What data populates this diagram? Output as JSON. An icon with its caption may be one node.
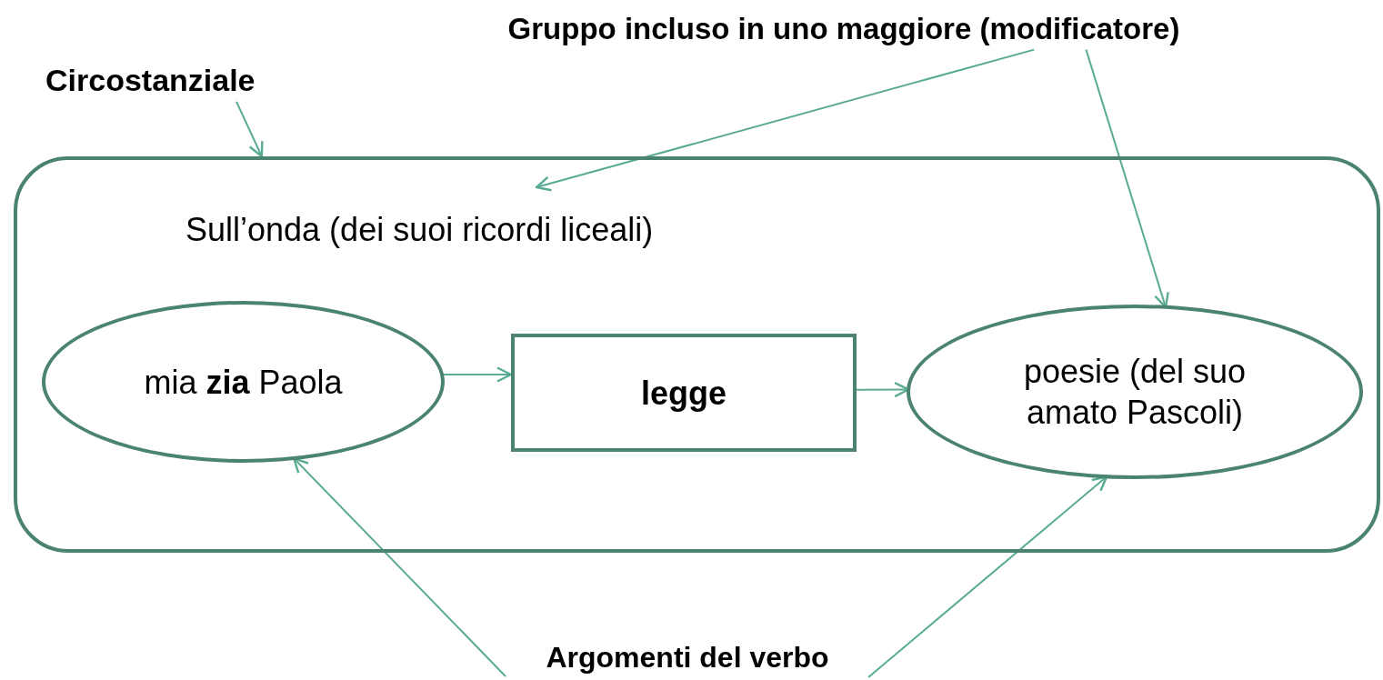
{
  "diagram": {
    "nodes": [
      {
        "text": [],
        "shape": "box"
      },
      {
        "text": [
          "Sull’onda (dei suoi ricordi liceali)"
        ],
        "in": 0
      },
      {
        "text": [
          "mia **zia** Paola"
        ],
        "in": 0
      },
      {
        "text": [
          "legge"
        ],
        "in": 0
      },
      {
        "text": [
          "poesie (del suo amato Pascoli)"
        ],
        "in": 0
      },
      {
        "text": [
          "Circostanziale"
        ]
      },
      {
        "text": [
          "Gruppo incluso in uno maggiore (modificatore)"
        ]
      },
      {
        "text": [
          "Argomenti del verbo"
        ]
      }
    ],
    "edges": [
      {
        "from": 2,
        "to": 3,
        "arrow": "to"
      },
      {
        "from": 3,
        "to": 4,
        "arrow": "to"
      },
      {
        "from": 5,
        "to": 0,
        "arrow": "to"
      },
      {
        "from": 6,
        "to": 1,
        "arrow": "to"
      },
      {
        "from": 6,
        "to": 4,
        "arrow": "to"
      },
      {
        "from": 7,
        "to": 2,
        "arrow": "to"
      },
      {
        "from": 7,
        "to": 4,
        "arrow": "to"
      }
    ]
  }
}
